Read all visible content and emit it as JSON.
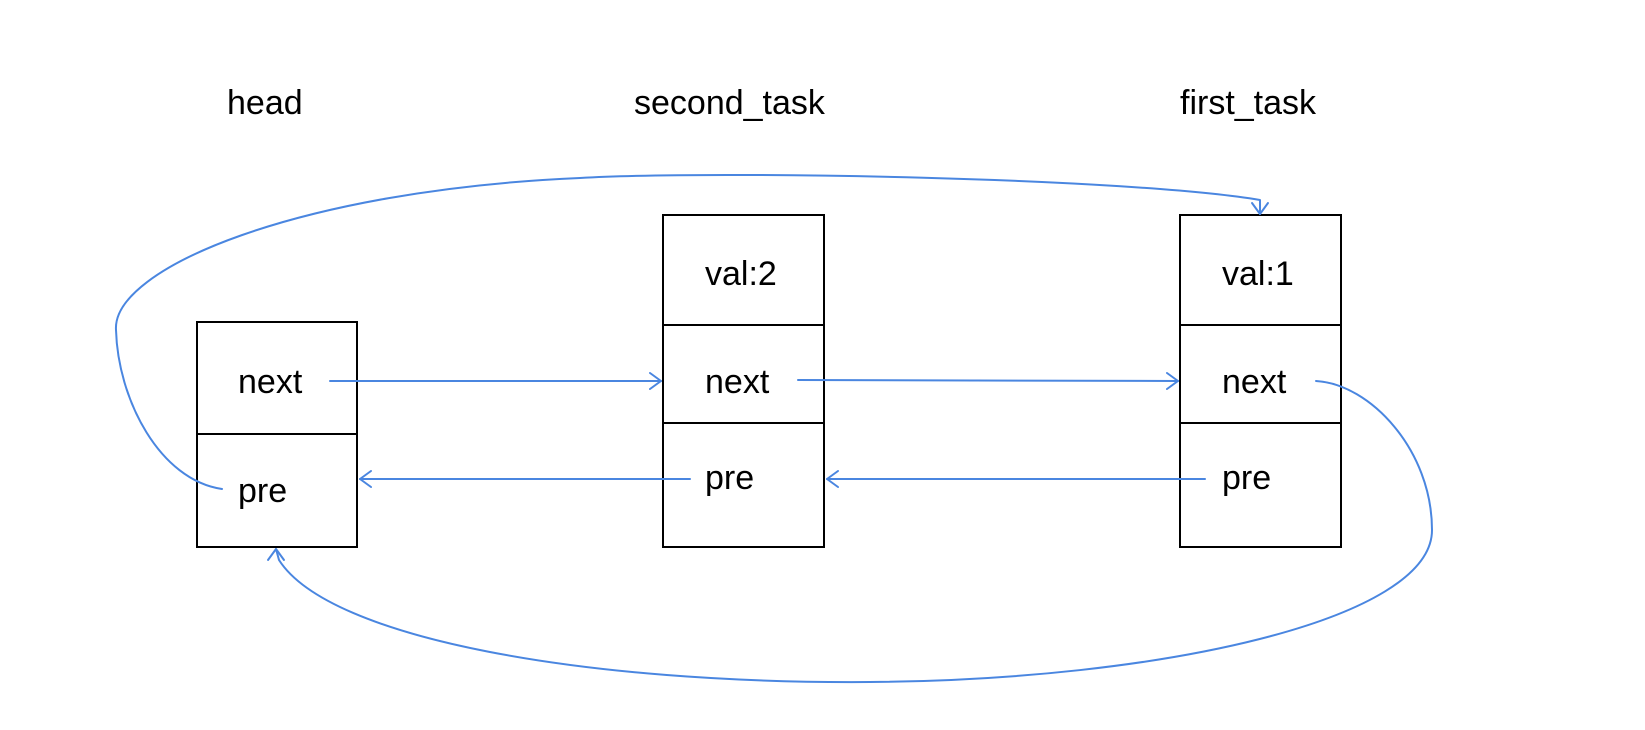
{
  "nodes": {
    "head": {
      "title": "head",
      "next_label": "next",
      "pre_label": "pre"
    },
    "second_task": {
      "title": "second_task",
      "val_label": "val:2",
      "next_label": "next",
      "pre_label": "pre"
    },
    "first_task": {
      "title": "first_task",
      "val_label": "val:1",
      "next_label": "next",
      "pre_label": "pre"
    }
  },
  "colors": {
    "arrow": "#4a86e0",
    "box_border": "#000000"
  }
}
